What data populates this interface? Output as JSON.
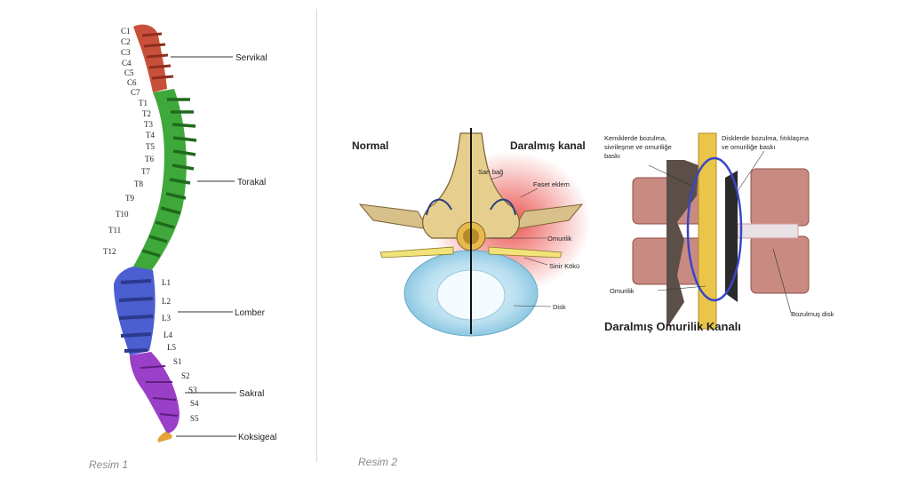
{
  "figure1": {
    "caption": "Resim 1",
    "vertebra_labels": [
      "C1",
      "C2",
      "C3",
      "C4",
      "C5",
      "C6",
      "C7",
      "T1",
      "T2",
      "T3",
      "T4",
      "T5",
      "T6",
      "T7",
      "T8",
      "T9",
      "T10",
      "T11",
      "T12",
      "L1",
      "L2",
      "L3",
      "L4",
      "L5",
      "S1",
      "S2",
      "S3",
      "S4",
      "S5"
    ],
    "regions": {
      "cervical": "Servikal",
      "thoracic": "Torakal",
      "lumbar": "Lomber",
      "sacral": "Sakral",
      "coccygeal": "Koksigeal"
    },
    "colors": {
      "cervical": "#c8503a",
      "thoracic": "#3fa83a",
      "lumbar": "#4c5fd0",
      "sacral": "#9a3fc8",
      "coccygeal": "#e3a23a"
    }
  },
  "figure2": {
    "caption": "Resim 2",
    "left": {
      "title_normal": "Normal",
      "title_narrowed": "Daralmış kanal",
      "labels": {
        "ligament": "Sarı bağ",
        "facet": "Faset eklem",
        "cord": "Omurilik",
        "root": "Sinir Kökü",
        "disc": "Disk"
      }
    },
    "right": {
      "label_bone": [
        "Kemiklerde bozulma,",
        "sivrileşme ve omuriliğe",
        "baskı"
      ],
      "label_disc": [
        "Disklerde bozulma, fıtıklaşma",
        "ve omuriliğe baskı"
      ],
      "label_cord": "Omurilik",
      "label_worn_disc": "Bozulmuş disk",
      "title": "Daralmış Omurilik Kanalı"
    }
  }
}
